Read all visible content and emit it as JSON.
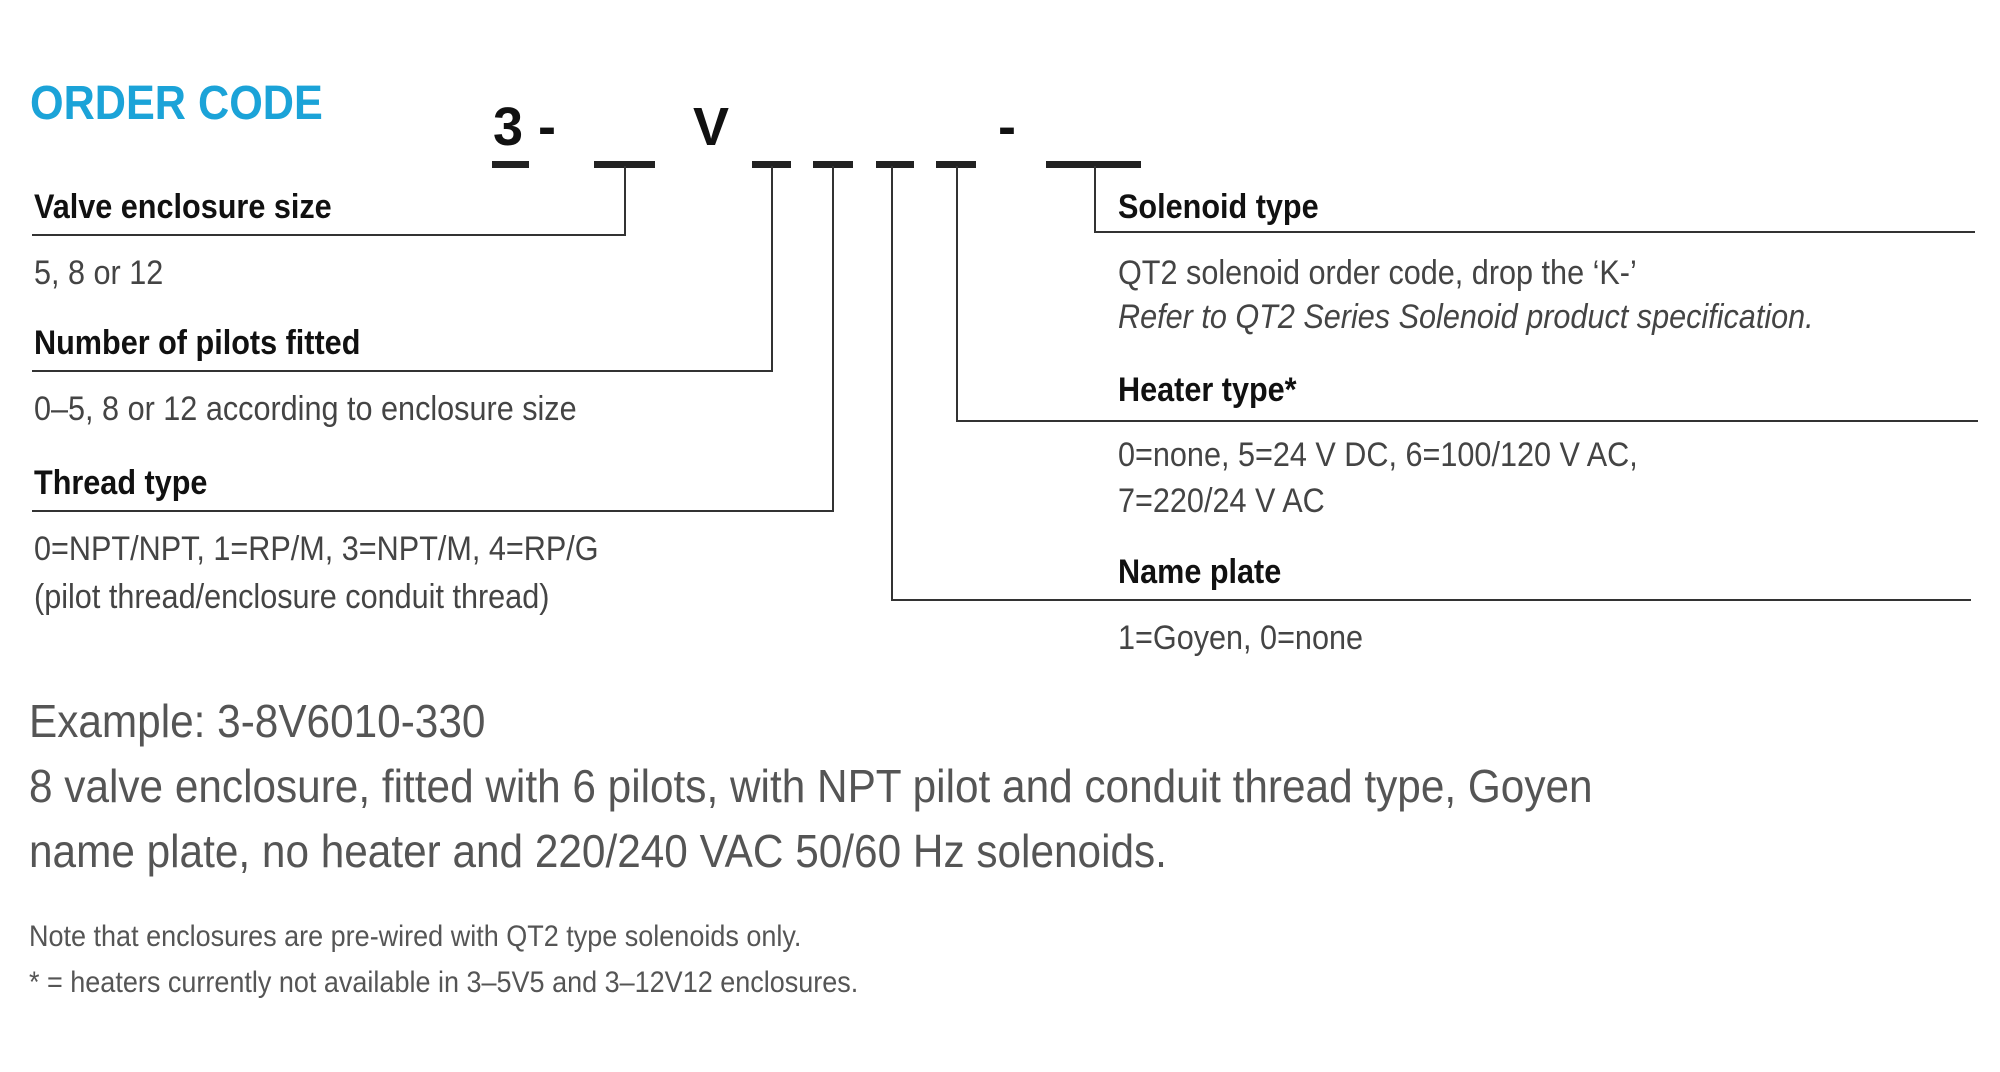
{
  "title": "ORDER CODE",
  "code": {
    "prefix": "3 -",
    "middle": "V",
    "dash": "-"
  },
  "accent_color": "#1ba3d8",
  "fields_left": [
    {
      "label": "Valve enclosure size",
      "description": [
        "5, 8 or 12"
      ]
    },
    {
      "label": "Number of pilots fitted",
      "description": [
        "0–5, 8 or 12 according to enclosure size"
      ]
    },
    {
      "label": "Thread type",
      "description": [
        "0=NPT/NPT, 1=RP/M, 3=NPT/M, 4=RP/G",
        "(pilot thread/enclosure conduit thread)"
      ]
    }
  ],
  "fields_right": [
    {
      "label": "Solenoid type",
      "description": [
        "QT2 solenoid order code, drop the ‘K-’",
        "Refer to QT2 Series Solenoid product specification."
      ]
    },
    {
      "label": "Heater type*",
      "description": [
        "0=none, 5=24 V DC, 6=100/120 V AC,",
        "7=220/24 V AC"
      ]
    },
    {
      "label": "Name plate",
      "description": [
        "1=Goyen, 0=none"
      ]
    }
  ],
  "example": {
    "heading": "Example: 3-8V6010-330",
    "lines": [
      "8 valve enclosure, fitted with 6 pilots, with NPT pilot and conduit thread type, Goyen",
      "name plate, no heater and 220/240 VAC 50/60 Hz solenoids."
    ]
  },
  "notes": [
    "Note that enclosures are pre-wired with QT2 type solenoids only.",
    "* = heaters currently not available in 3–5V5 and 3–12V12 enclosures."
  ]
}
